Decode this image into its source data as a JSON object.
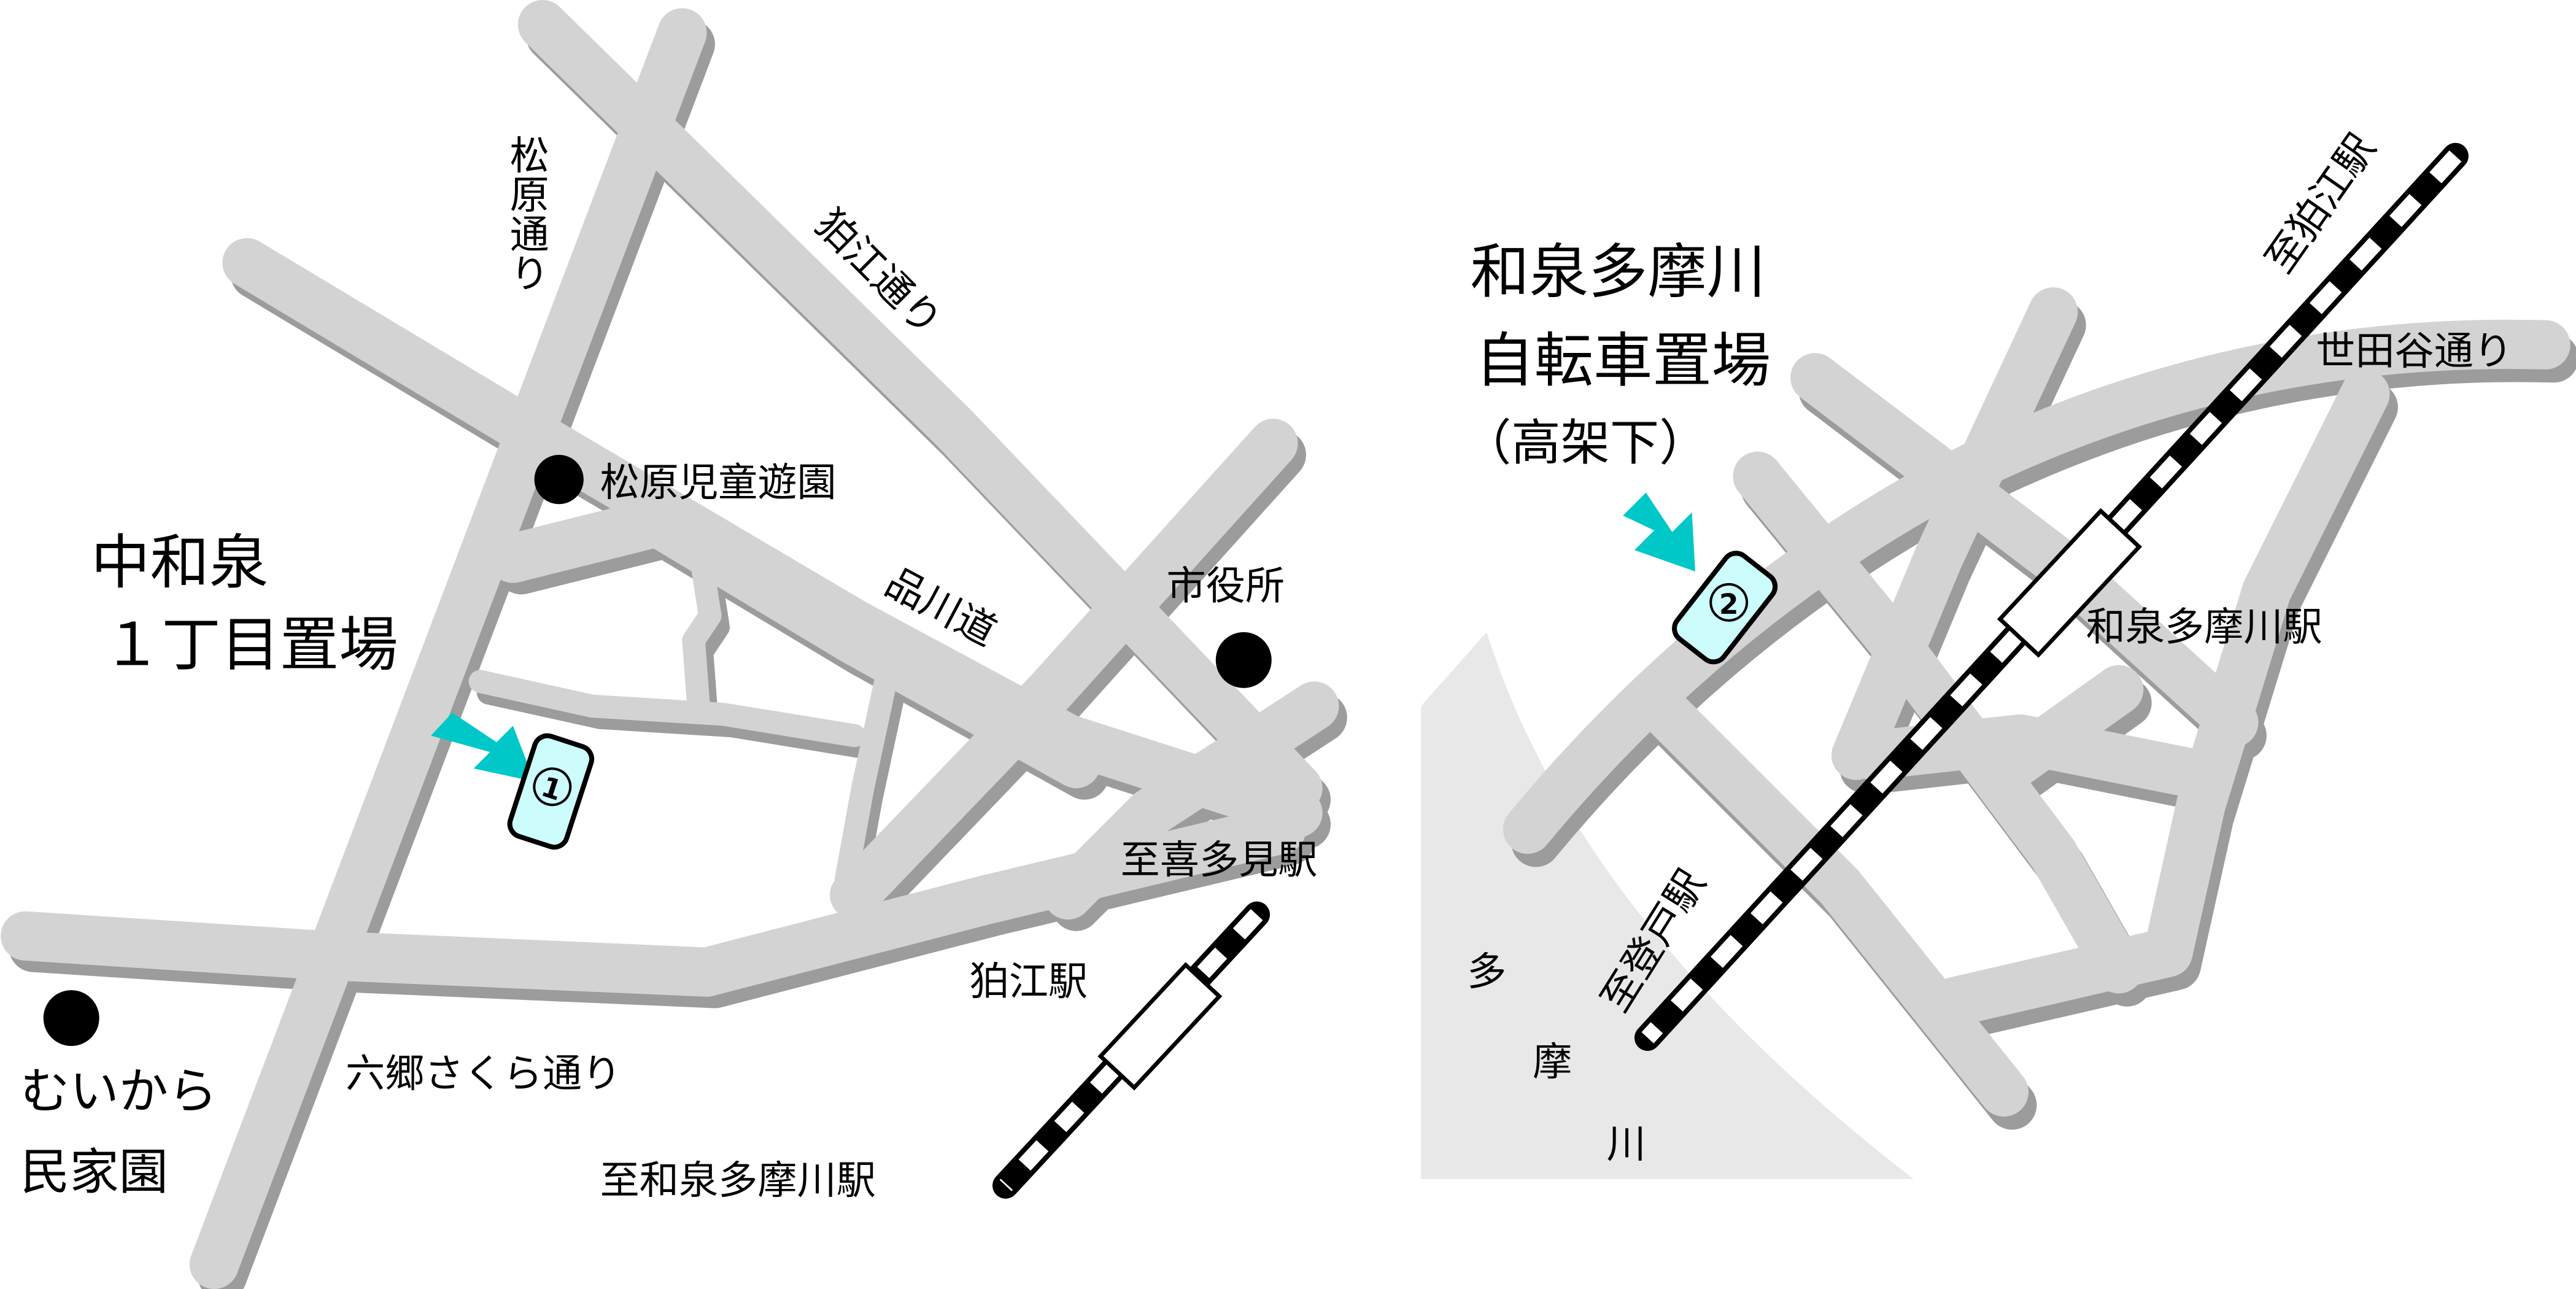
{
  "left_map": {
    "title_line1": "中和泉",
    "title_line2": "１丁目置場",
    "marker_number": "1",
    "roads": {
      "matsubara": "松原通り",
      "komae": "狛江通り",
      "shinagawa": "品川道",
      "rokugo": "六郷さくら通り"
    },
    "landmarks": {
      "park": "松原児童遊園",
      "city_hall": "市役所",
      "minka_line1": "むいから",
      "minka_line2": "民家園"
    },
    "station": {
      "name": "狛江駅",
      "to_north": "至喜多見駅",
      "to_south": "至和泉多摩川駅"
    }
  },
  "right_map": {
    "title_line1": "和泉多摩川",
    "title_line2": "自転車置場",
    "title_line3": "（高架下）",
    "marker_number": "2",
    "roads": {
      "setagaya": "世田谷通り"
    },
    "station": {
      "name": "和泉多摩川駅",
      "to_north": "至狛江駅",
      "to_south": "至登戸駅"
    },
    "river_chars": [
      "多",
      "摩",
      "川"
    ]
  },
  "colors": {
    "road": "#d3d3d3",
    "road_shadow": "#9c9c9c",
    "river": "#e8e8e8",
    "arrow": "#00c8c8",
    "marker_fill": "#ccfcfc"
  }
}
